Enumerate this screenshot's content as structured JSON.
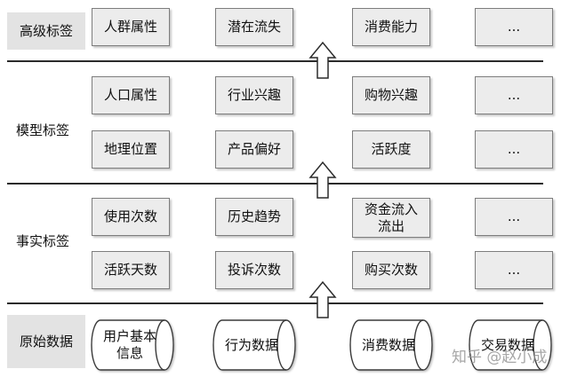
{
  "layers": [
    {
      "label": "高级标签",
      "rows": [
        [
          "人群属性",
          "潜在流失",
          "消费能力",
          "..."
        ]
      ]
    },
    {
      "label": "模型标签",
      "rows": [
        [
          "人口属性",
          "行业兴趣",
          "购物兴趣",
          "..."
        ],
        [
          "地理位置",
          "产品偏好",
          "活跃度",
          "..."
        ]
      ]
    },
    {
      "label": "事实标签",
      "rows": [
        [
          "使用次数",
          "历史趋势",
          "资金流入\n流出",
          "..."
        ],
        [
          "活跃天数",
          "投诉次数",
          "购买次数",
          "..."
        ]
      ]
    }
  ],
  "raw": {
    "label": "原始数据",
    "items": [
      "用户基本\n信息",
      "行为数据",
      "消费数据",
      "交易数据"
    ]
  },
  "watermark": "知乎 @赵小成",
  "colors": {
    "box_fill": "#ececec",
    "box_border": "#7d7d7d",
    "line": "#2b2b2b",
    "arrow_fill": "#ffffff"
  }
}
